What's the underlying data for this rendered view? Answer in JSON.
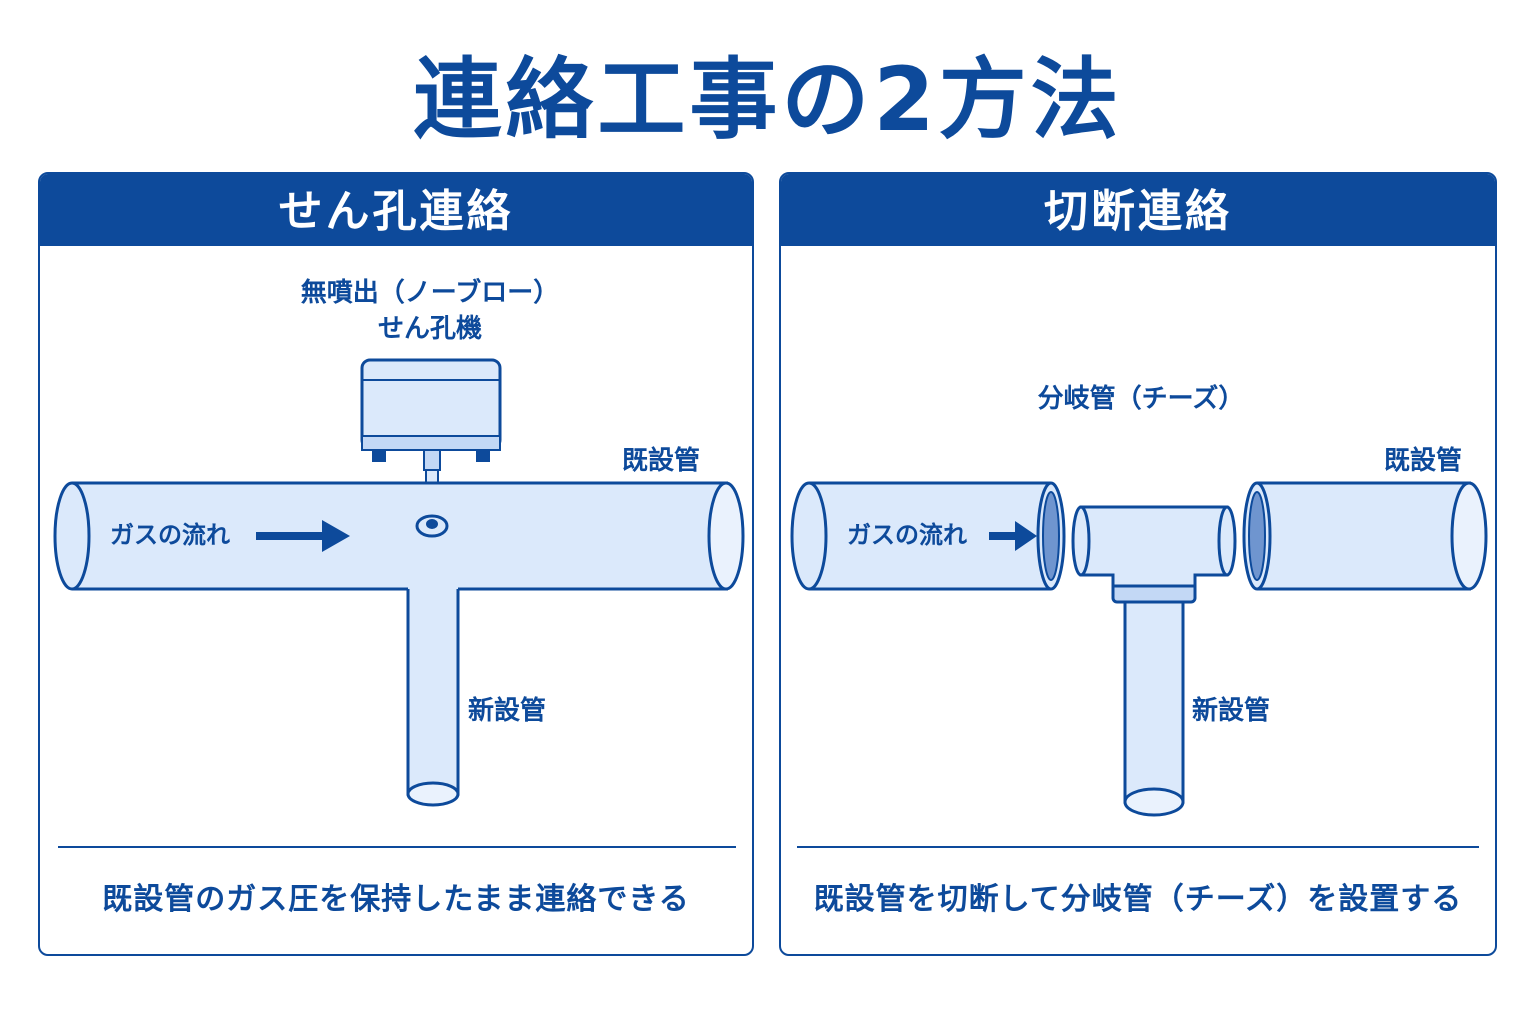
{
  "title": "連絡工事の2方法",
  "left_panel": {
    "header": "せん孔連絡",
    "tool_label_line1": "無噴出（ノーブロー）",
    "tool_label_line2": "せん孔機",
    "existing_pipe_label": "既設管",
    "gas_flow_label": "ガスの流れ",
    "new_pipe_label": "新設管",
    "caption": "既設管のガス圧を保持したまま連絡できる"
  },
  "right_panel": {
    "header": "切断連絡",
    "tee_label": "分岐管（チーズ）",
    "existing_pipe_label": "既設管",
    "gas_flow_label": "ガスの流れ",
    "new_pipe_label": "新設管",
    "caption": "既設管を切断して分岐管（チーズ）を設置する"
  },
  "colors": {
    "primary": "#0d4a9b",
    "pipe_fill": "#dbe9fb",
    "pipe_inner": "#6f95cf",
    "background": "#ffffff"
  }
}
